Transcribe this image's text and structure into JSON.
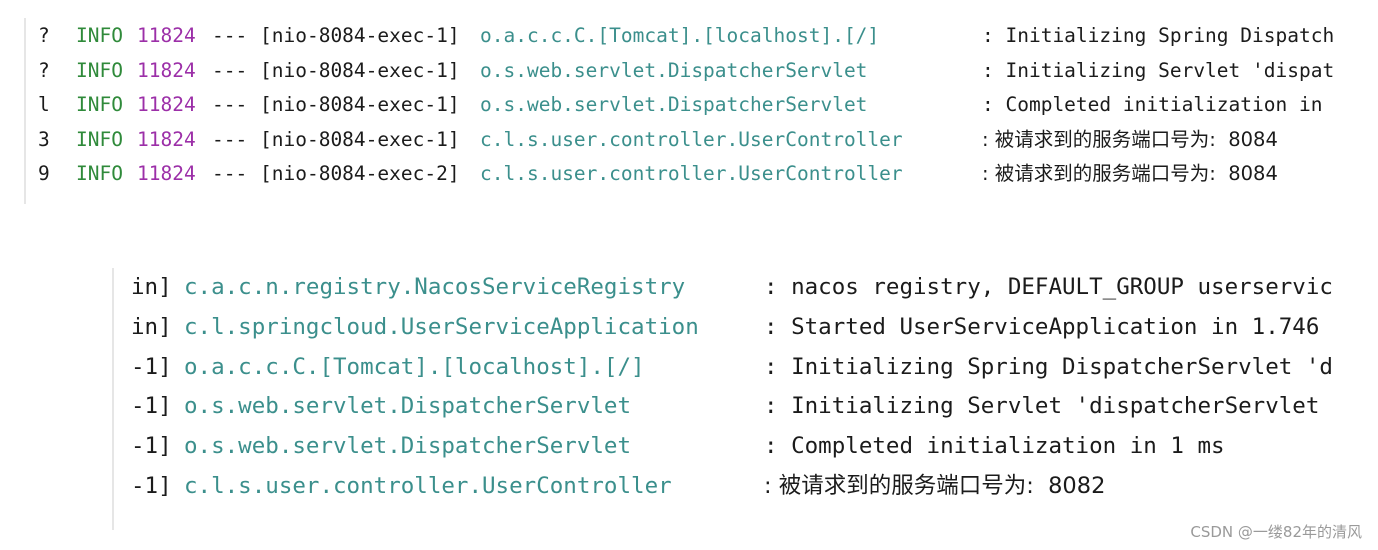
{
  "top_panel": {
    "lines": [
      {
        "gutter": "?",
        "level": "INFO",
        "pid": "11824",
        "sep": "---",
        "thread": "[nio-8084-exec-1]",
        "logger": "o.a.c.c.C.[Tomcat].[localhost].[/]",
        "message": ": Initializing Spring Dispatch"
      },
      {
        "gutter": "?",
        "level": "INFO",
        "pid": "11824",
        "sep": "---",
        "thread": "[nio-8084-exec-1]",
        "logger": "o.s.web.servlet.DispatcherServlet",
        "message": ": Initializing Servlet 'dispat"
      },
      {
        "gutter": "l",
        "level": "INFO",
        "pid": "11824",
        "sep": "---",
        "thread": "[nio-8084-exec-1]",
        "logger": "o.s.web.servlet.DispatcherServlet",
        "message": ": Completed initialization in"
      },
      {
        "gutter": "3",
        "level": "INFO",
        "pid": "11824",
        "sep": "---",
        "thread": "[nio-8084-exec-1]",
        "logger": "c.l.s.user.controller.UserController",
        "message": ": 被请求到的服务端口号为:  8084"
      },
      {
        "gutter": "9",
        "level": "INFO",
        "pid": "11824",
        "sep": "---",
        "thread": "[nio-8084-exec-2]",
        "logger": "c.l.s.user.controller.UserController",
        "message": ": 被请求到的服务端口号为:  8084"
      }
    ]
  },
  "bottom_panel": {
    "lines": [
      {
        "thread": "in]",
        "logger": "c.a.c.n.registry.NacosServiceRegistry",
        "message": ": nacos registry, DEFAULT_GROUP userservic"
      },
      {
        "thread": "in]",
        "logger": "c.l.springcloud.UserServiceApplication",
        "message": ": Started UserServiceApplication in 1.746"
      },
      {
        "thread": "-1]",
        "logger": "o.a.c.c.C.[Tomcat].[localhost].[/]",
        "message": ": Initializing Spring DispatcherServlet 'd"
      },
      {
        "thread": "-1]",
        "logger": "o.s.web.servlet.DispatcherServlet",
        "message": ": Initializing Servlet 'dispatcherServlet"
      },
      {
        "thread": "-1]",
        "logger": "o.s.web.servlet.DispatcherServlet",
        "message": ": Completed initialization in 1 ms"
      },
      {
        "thread": "-1]",
        "logger": "c.l.s.user.controller.UserController",
        "message": ": 被请求到的服务端口号为:  8082"
      }
    ]
  },
  "watermark": "CSDN @一缕82年的清风",
  "colors": {
    "level": "#2f8a3a",
    "pid": "#9c2fa8",
    "logger": "#3b8f8c",
    "text": "#1b1b1b"
  }
}
